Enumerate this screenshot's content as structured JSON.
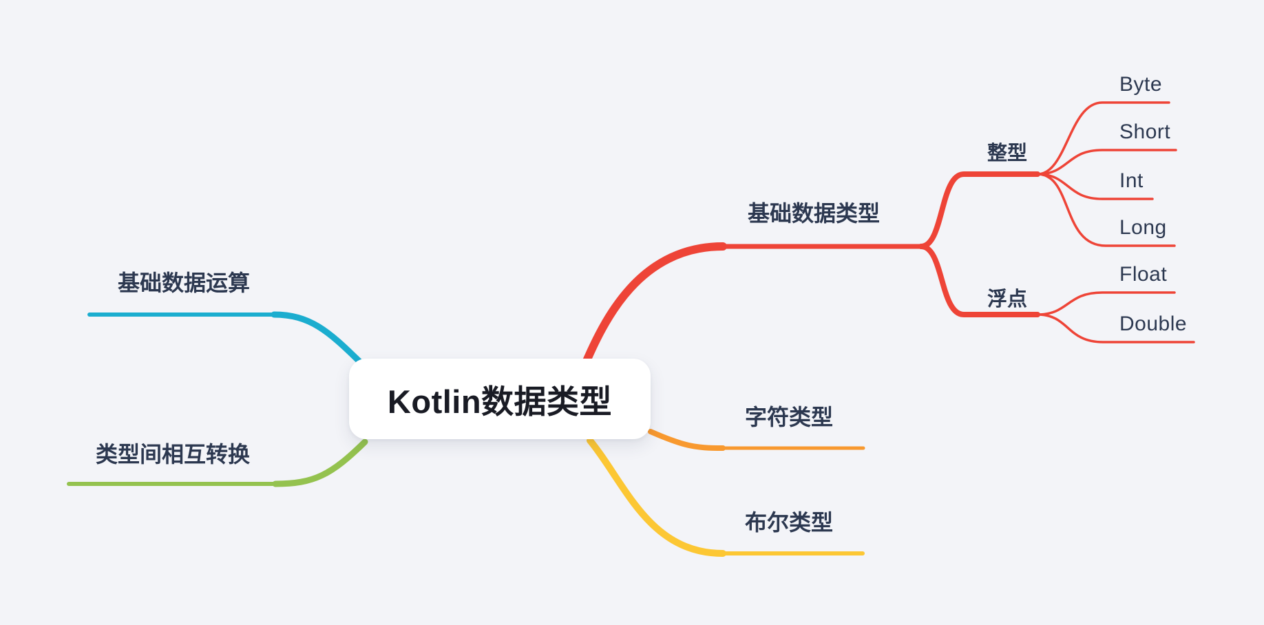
{
  "app": {
    "background_color": "#f3f4f8",
    "node_background": "#ffffff",
    "label_color": "#2c3850",
    "title_color": "#191b24"
  },
  "root": {
    "label": "Kotlin数据类型"
  },
  "branches": {
    "basic_ops": {
      "label": "基础数据运算",
      "color": "#1badcf"
    },
    "conversion": {
      "label": "类型间相互转换",
      "color": "#94c24f"
    },
    "basic_types": {
      "label": "基础数据类型",
      "color": "#ee4437",
      "integer": {
        "label": "整型",
        "leaves": [
          {
            "label": "Byte"
          },
          {
            "label": "Short"
          },
          {
            "label": "Int"
          },
          {
            "label": "Long"
          }
        ]
      },
      "float": {
        "label": "浮点",
        "leaves": [
          {
            "label": "Float"
          },
          {
            "label": "Double"
          }
        ]
      }
    },
    "char_type": {
      "label": "字符类型",
      "color": "#f8992f"
    },
    "bool_type": {
      "label": "布尔类型",
      "color": "#fcc734"
    }
  }
}
